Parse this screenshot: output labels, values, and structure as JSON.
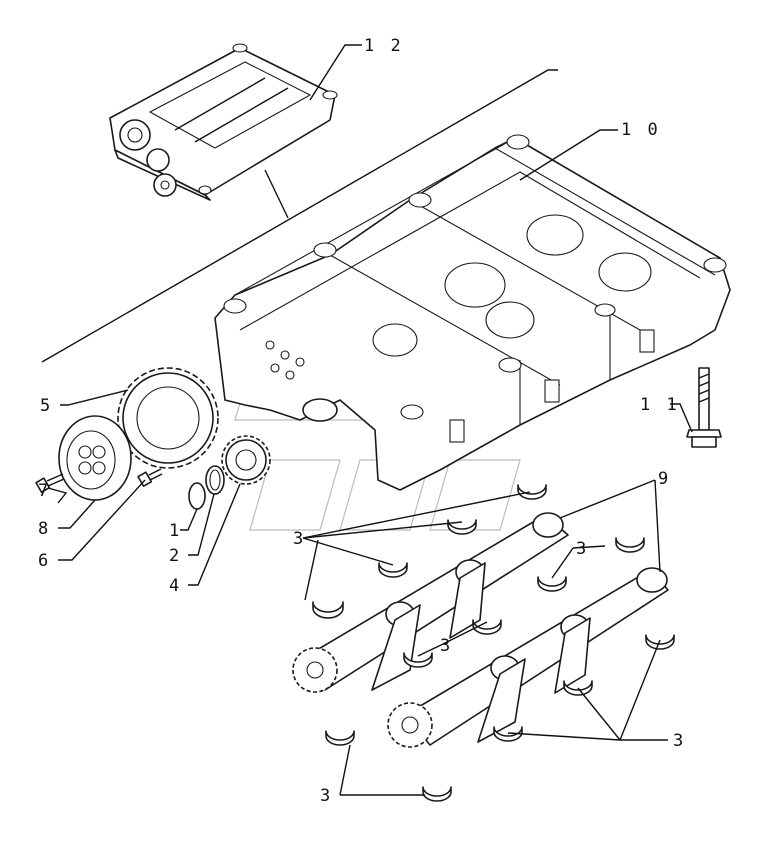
{
  "callouts": {
    "c1": "1",
    "c2": "2",
    "c3a": "3",
    "c3b": "3",
    "c3c": "3",
    "c3d": "3",
    "c3e": "3",
    "c4": "4",
    "c5": "5",
    "c6": "6",
    "c7": "7",
    "c8": "8",
    "c9": "9",
    "c10": "1 0",
    "c11": "1 1",
    "c12": "1 2"
  }
}
